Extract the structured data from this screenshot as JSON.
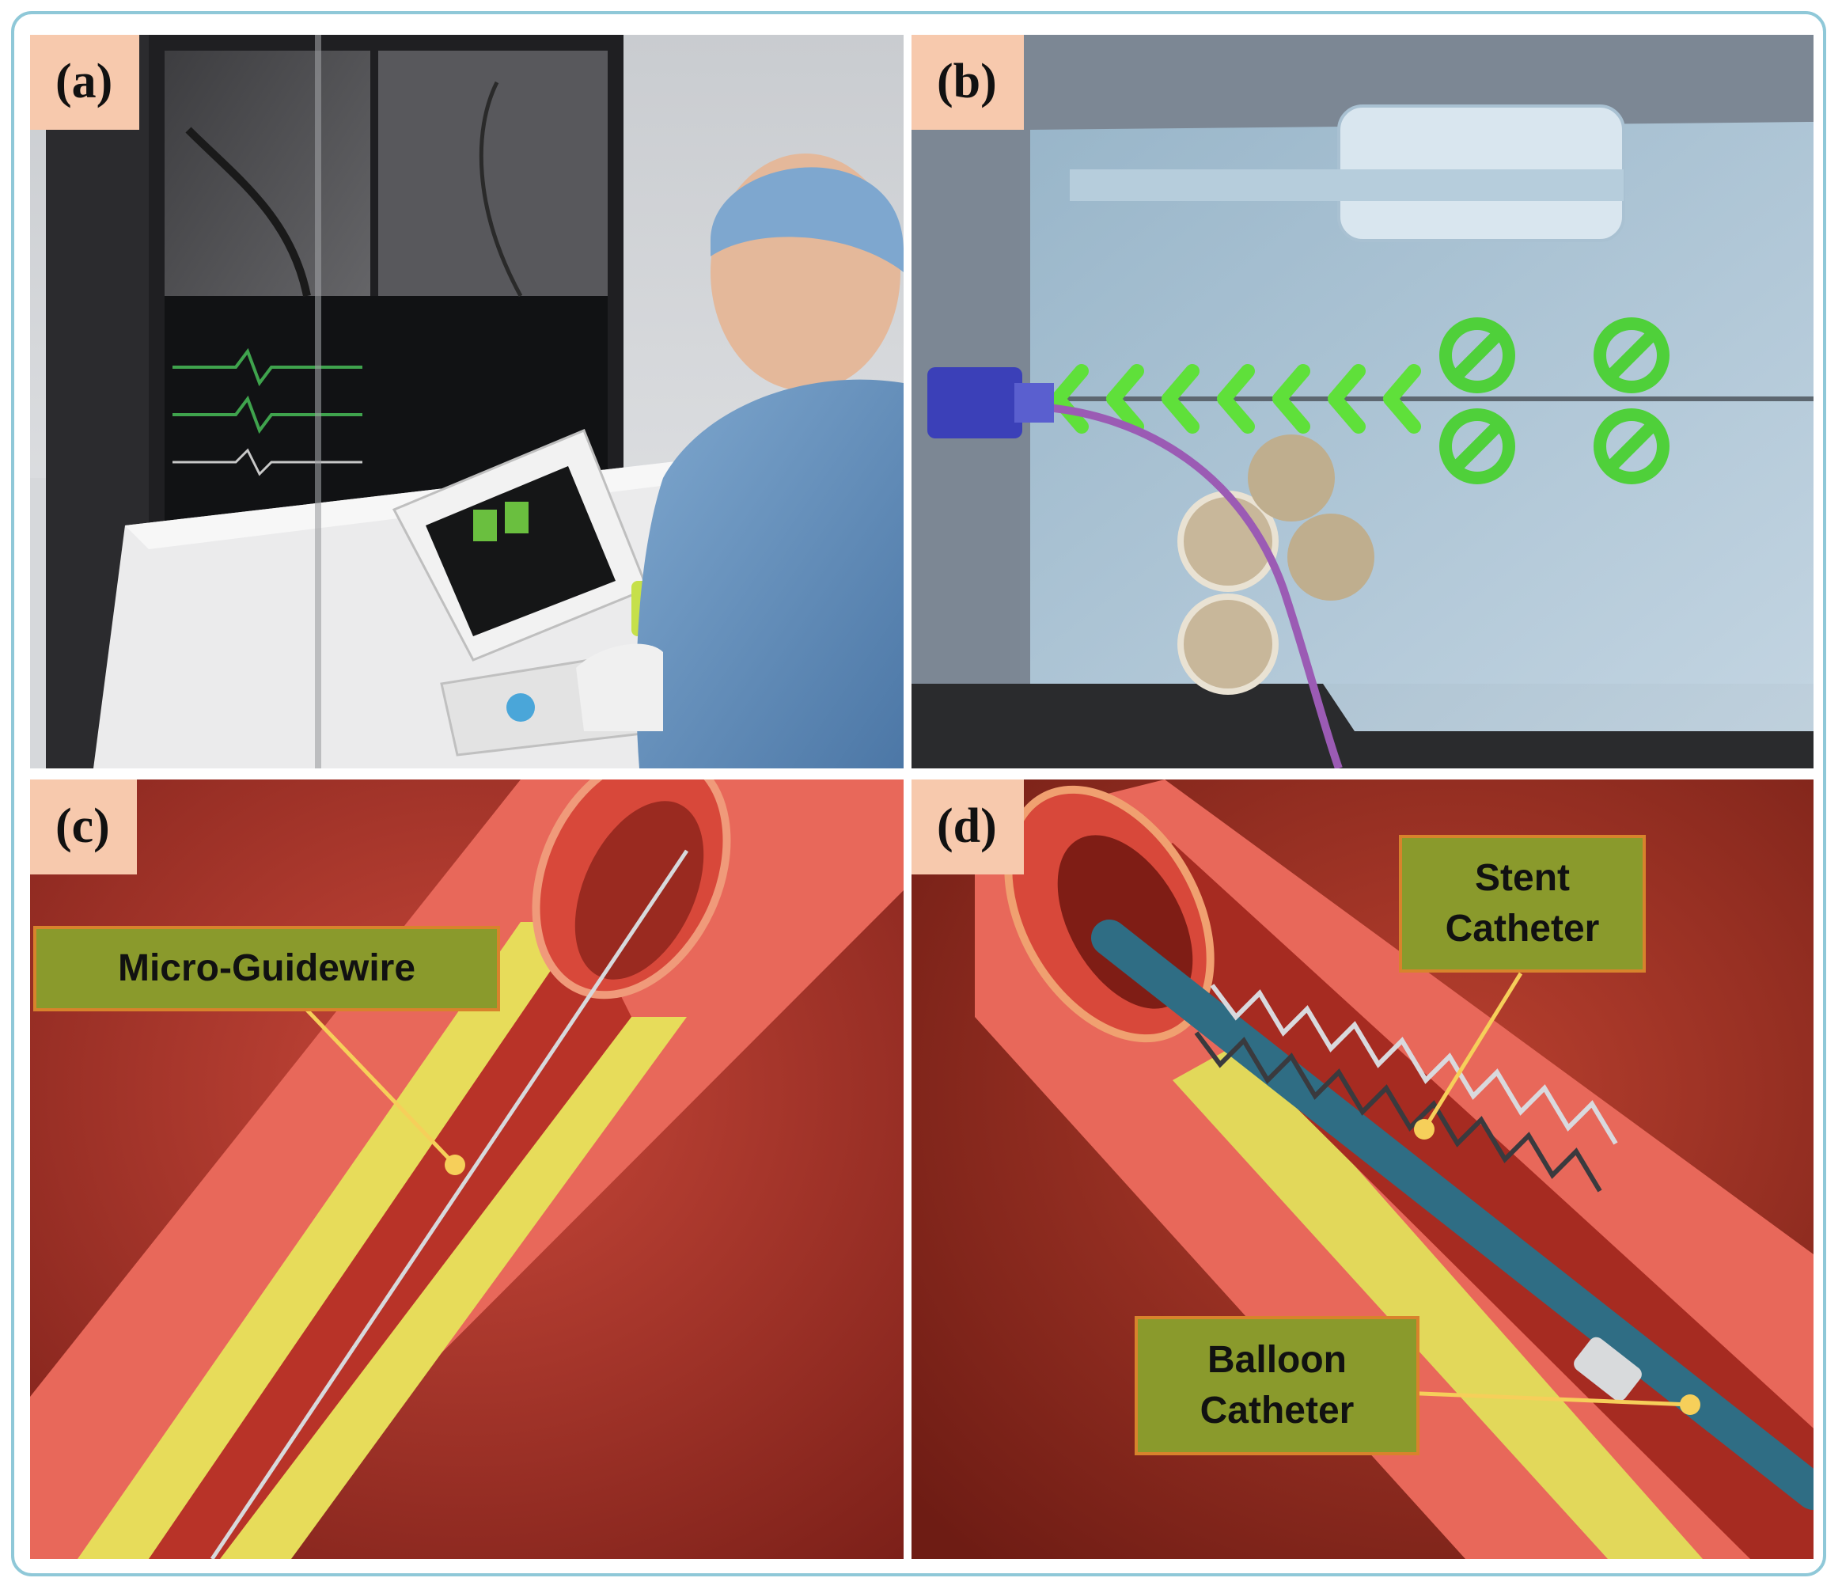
{
  "panels": {
    "a": {
      "label": "(a)"
    },
    "b": {
      "label": "(b)"
    },
    "c": {
      "label": "(c)",
      "callout": "Micro-Guidewire"
    },
    "d": {
      "label": "(d)",
      "callout_top_line1": "Stent",
      "callout_top_line2": "Catheter",
      "callout_bottom_line1": "Balloon",
      "callout_bottom_line2": "Catheter"
    }
  },
  "colors": {
    "frame": "#8fc8d8",
    "label_bg": "#f7c9ad",
    "callout_bg": "#8a9a2c",
    "callout_border": "#d8832c",
    "pointer": "#f6cf5a"
  }
}
